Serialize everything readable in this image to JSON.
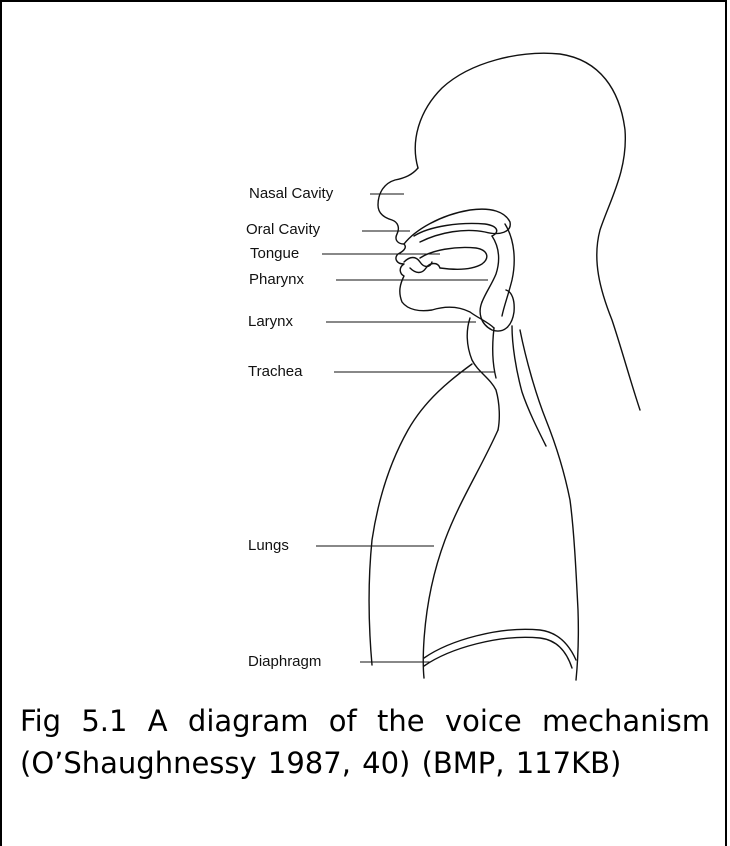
{
  "labels": {
    "nasal_cavity": "Nasal Cavity",
    "oral_cavity": "Oral Cavity",
    "tongue": "Tongue",
    "pharynx": "Pharynx",
    "larynx": "Larynx",
    "trachea": "Trachea",
    "lungs": "Lungs",
    "diaphragm": "Diaphragm"
  },
  "caption": "Fig 5.1  A diagram of the voice mechanism (O’Shaughnessy 1987, 40) (BMP, 117KB)"
}
